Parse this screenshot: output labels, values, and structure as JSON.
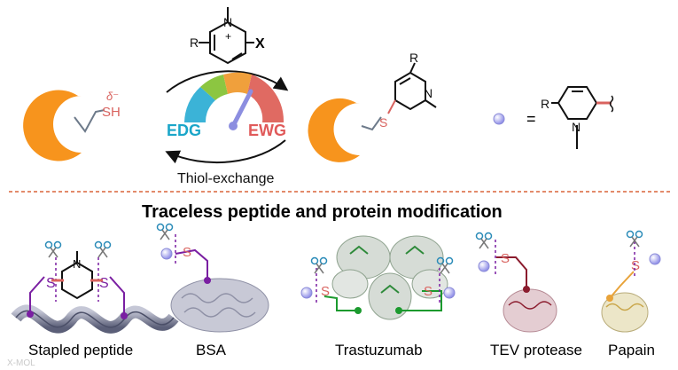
{
  "top": {
    "reagent_r": "R",
    "reagent_n": "N",
    "reagent_x": "X",
    "plus": "+",
    "thiol": "SH",
    "delta": "δ⁻",
    "edg": "EDG",
    "ewg": "EWG",
    "cycle_label": "Thiol-exchange",
    "product_s": "S",
    "product_n": "N",
    "product_r": "R",
    "equals": "=",
    "legend_r": "R",
    "legend_n": "N"
  },
  "bottom": {
    "heading": "Traceless peptide and protein modification",
    "s_label": "S",
    "n_label": "N",
    "captions": [
      "Stapled peptide",
      "BSA",
      "Trastuzumab",
      "TEV protease",
      "Papain"
    ]
  },
  "colors": {
    "protein_orange": "#f7941d",
    "thiol_red": "#d9635f",
    "edg_blue": "#1ba6c9",
    "ewg_red": "#e05a5a",
    "purple": "#7a1fa2",
    "green": "#1b9a2e",
    "darkred": "#8b1c2e",
    "yellow": "#e8a33a",
    "divider": "#e38b6b",
    "bead": "#a9a8f0"
  },
  "watermark": "X-MOL"
}
